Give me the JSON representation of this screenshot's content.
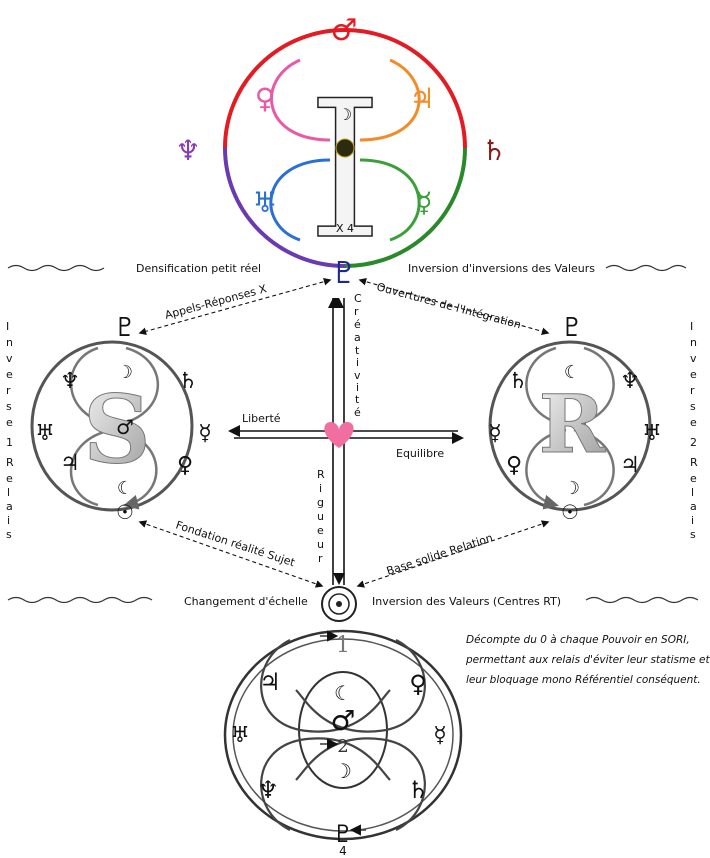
{
  "labels": {
    "densification": "Densification petit réel",
    "inversion_inversions": "Inversion d'inversions des Valeurs",
    "appels_reponses": "Appels-Réponses X",
    "ouvertures": "Ouvertures de l'Intégration",
    "creativite": "Créativité",
    "liberte": "Liberté",
    "equilibre": "Equilibre",
    "rigueur": "Rigueur",
    "fondation": "Fondation réalité Sujet",
    "base_solide": "Base solide Relation",
    "changement": "Changement d'échelle",
    "inversion_valeurs": "Inversion des Valeurs (Centres RT)",
    "inverse1": "Inverse 1 Relais",
    "inverse2": "Inverse 2 Relais",
    "x4": "X 4"
  },
  "letters": {
    "top": "I",
    "left": "S",
    "right": "R"
  },
  "numbers": {
    "one": "1",
    "two": "2",
    "four": "4"
  },
  "note": [
    "Décompte du 0 à chaque Pouvoir en SORI,",
    "permettant aux relais d'éviter leur statisme et",
    "leur bloquage  mono Référentiel conséquent."
  ],
  "glyphs": {
    "mars": "♂",
    "venus": "♀",
    "jupiter": "♃",
    "saturn": "♄",
    "uranus": "♅",
    "neptune": "♆",
    "pluto": "♇",
    "moon": "☽",
    "moon2": "☾"
  },
  "colors": {
    "red": "#e31b23",
    "orange": "#f28c28",
    "pink": "#e85aa8",
    "purple": "#8a3ab8",
    "maroon": "#8b1a1a",
    "blue": "#2a6fd6",
    "green": "#3aa13a",
    "navy": "#1e2a8a",
    "heart": "#f06ea0",
    "gray": "#8a8a8a"
  }
}
